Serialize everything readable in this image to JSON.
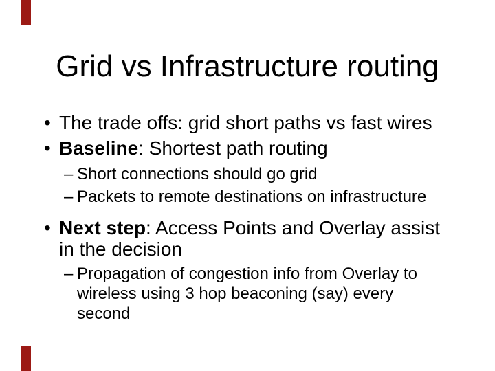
{
  "slide": {
    "title": "Grid vs Infrastructure routing",
    "accent_color": "#9c1a15",
    "markers": {
      "bullet": "•",
      "dash": "–"
    },
    "items": [
      {
        "level": 1,
        "bold": "",
        "text": "The trade offs: grid short paths vs fast wires"
      },
      {
        "level": 1,
        "bold": "Baseline",
        "text": ": Shortest path routing"
      },
      {
        "level": 2,
        "bold": "",
        "text": "Short connections should go grid"
      },
      {
        "level": 2,
        "bold": "",
        "text": "Packets to remote destinations on infrastructure"
      },
      {
        "level": 1,
        "bold": "Next step",
        "text": ": Access Points and Overlay assist in the decision"
      },
      {
        "level": 2,
        "bold": "",
        "text": "Propagation of congestion info from Overlay to wireless using 3 hop beaconing (say) every second"
      }
    ]
  }
}
